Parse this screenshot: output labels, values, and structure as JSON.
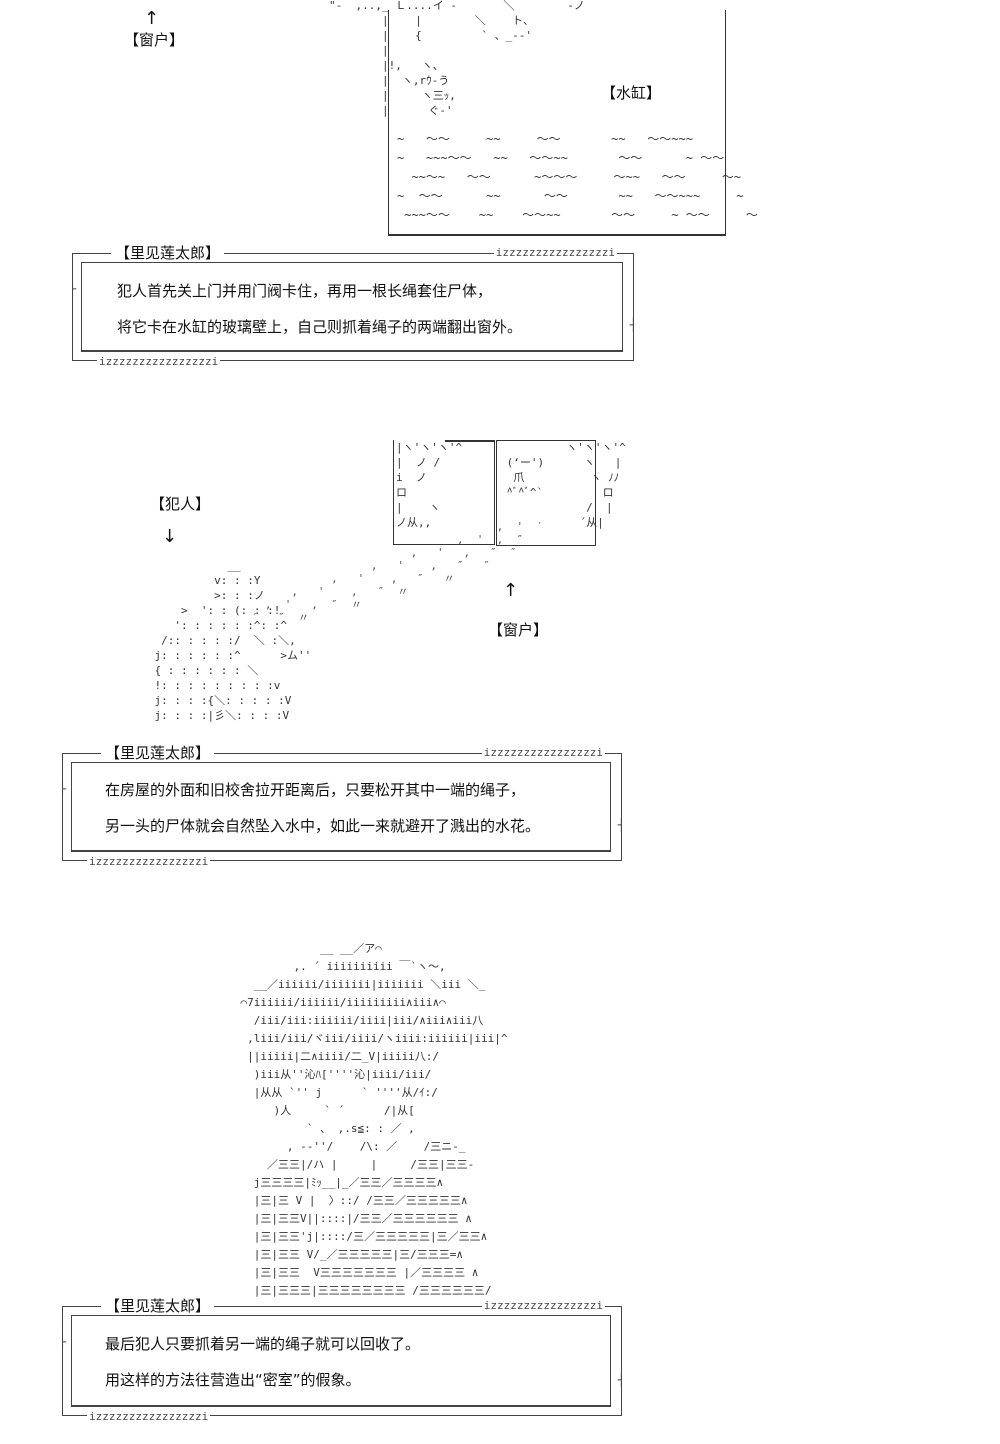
{
  "panel1": {
    "window_arrow": "↑",
    "window_label": "【窗户】",
    "tank_label": "【水缸】",
    "dialogue": {
      "speaker": "【里见莲太郎】",
      "tag": "izzzzzzzzzzzzzzzzi",
      "lines": [
        "犯人首先关上门并用门阀卡住，再用一根长绳套住尸体，",
        "将它卡在水缸的玻璃壁上，自己则抓着绳子的两端翻出窗外。"
      ]
    }
  },
  "panel2": {
    "culprit_label": "【犯人】",
    "culprit_arrow": "↓",
    "window_arrow": "↑",
    "window_label": "【窗户】",
    "dialogue": {
      "speaker": "【里见莲太郎】",
      "tag": "izzzzzzzzzzzzzzzzi",
      "lines": [
        "在房屋的外面和旧校舍拉开距离后，只要松开其中一端的绳子，",
        "另一头的尸体就会自然坠入水中，如此一来就避开了溅出的水花。"
      ]
    }
  },
  "panel3": {
    "dialogue": {
      "speaker": "【里见莲太郎】",
      "tag": "izzzzzzzzzzzzzzzzi",
      "lines": [
        "最后犯人只要抓着另一端的绳子就可以回收了。",
        "用这样的方法往营造出“密室”的假象。"
      ]
    }
  }
}
